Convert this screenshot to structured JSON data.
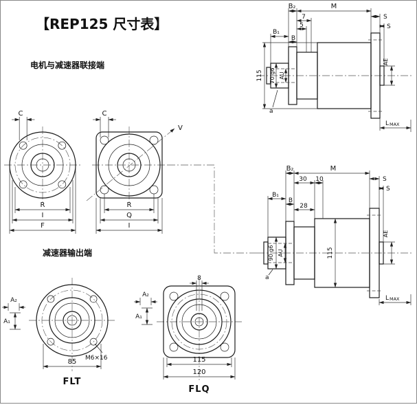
{
  "page": {
    "title": "【REP125 尺寸表】"
  },
  "sections": {
    "motor_end": "电机与减速器联接端",
    "output_end": "减速器输出端"
  },
  "front_round": {
    "c": "C",
    "r": "R",
    "i": "I",
    "f": "F"
  },
  "front_square": {
    "c": "C",
    "v": "V",
    "r": "R",
    "q": "Q",
    "i": "I"
  },
  "side_top": {
    "b2": "B₂",
    "m": "M",
    "n7": "7",
    "n5": "5",
    "s1": "S",
    "s2": "S",
    "b1": "B₁",
    "b": "B",
    "h115": "115",
    "shaft_dia": "70 g6",
    "au": "AU",
    "ae": "AE",
    "a": "a",
    "lmax_l": "L",
    "lmax_sub": "MAX"
  },
  "side_bottom": {
    "b2": "B₂",
    "m": "M",
    "n30": "30",
    "n10": "10",
    "s1": "S",
    "s2": "S",
    "b1": "B₁",
    "b": "B",
    "n28": "28",
    "shaft_dia": "90 g6",
    "au": "AU",
    "h115": "115",
    "ae": "AE",
    "a": "a",
    "lmax_l": "L",
    "lmax_sub": "MAX"
  },
  "flt": {
    "label": "FLT",
    "a2": "A₂",
    "a1": "A₁",
    "bolt_spec": "M6×16",
    "w85": "85"
  },
  "flq": {
    "label": "FLQ",
    "a2": "A₂",
    "a1": "A₁",
    "n8": "8",
    "w115": "115",
    "w120": "120"
  }
}
